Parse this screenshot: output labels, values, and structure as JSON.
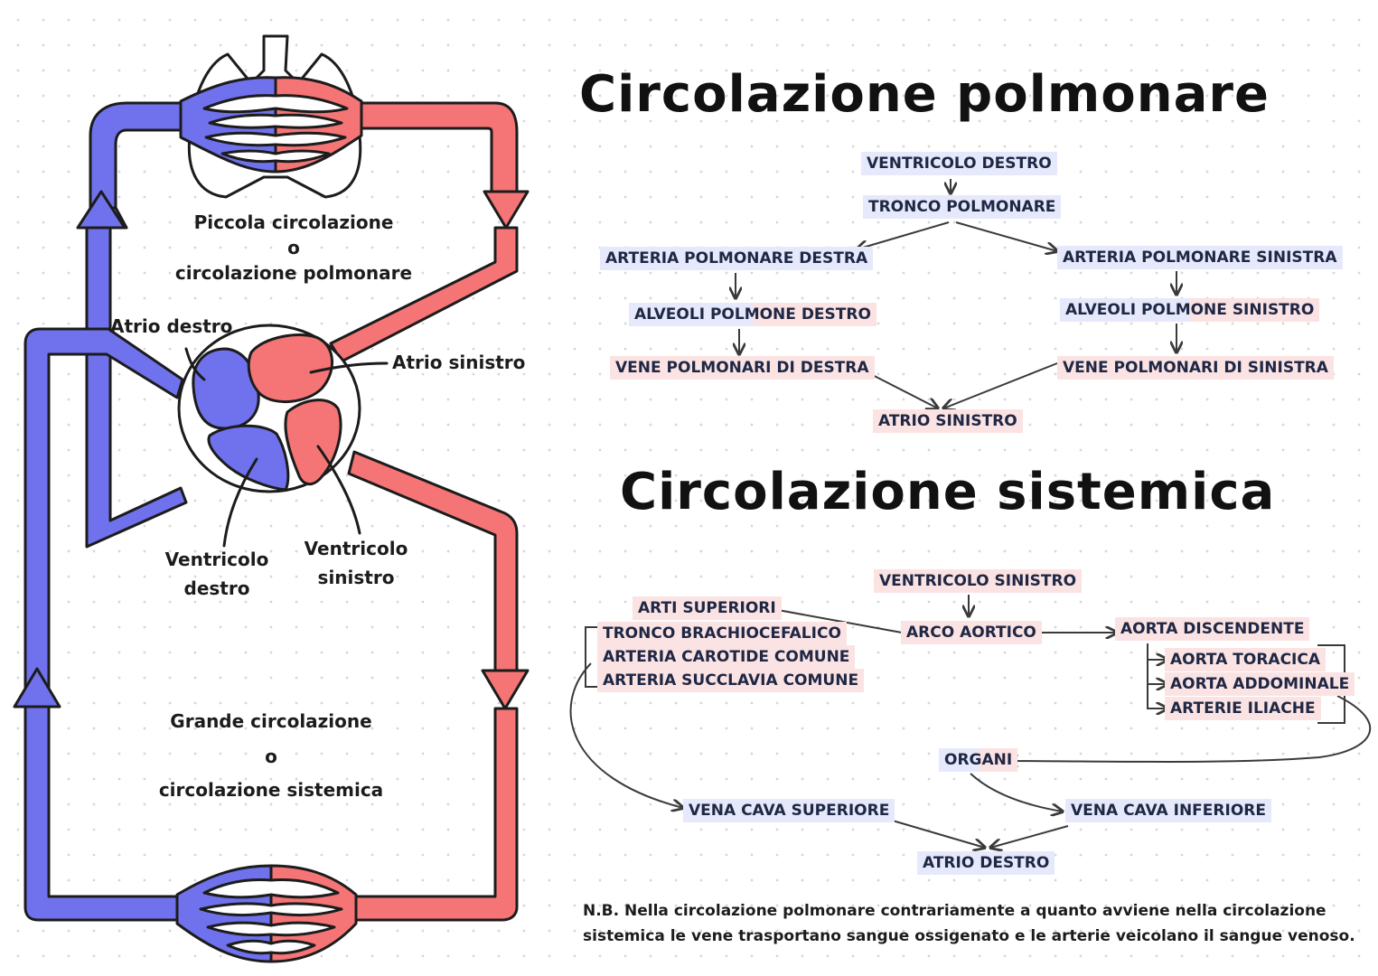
{
  "colors": {
    "blue": "#6f72ec",
    "red": "#f57576",
    "ink": "#1c1c1c",
    "blue_bg": "#e6e9fb",
    "pink_bg": "#fbe3e3"
  },
  "left_labels": {
    "piccola_1": "Piccola circolazione",
    "piccola_o": "o",
    "piccola_2": "circolazione polmonare",
    "atrio_destro": "Atrio destro",
    "atrio_sinistro": "Atrio sinistro",
    "ventricolo_destro_1": "Ventricolo",
    "ventricolo_destro_2": "destro",
    "ventricolo_sinistro_1": "Ventricolo",
    "ventricolo_sinistro_2": "sinistro",
    "grande_1": "Grande circolazione",
    "grande_o": "o",
    "grande_2": "circolazione sistemica"
  },
  "pulmonary": {
    "title": "Circolazione polmonare",
    "ventricolo_destro": "VENTRICOLO DESTRO",
    "tronco_polmonare": "TRONCO POLMONARE",
    "arteria_destra": "ARTERIA POLMONARE DESTRA",
    "arteria_sinistra": "ARTERIA POLMONARE SINISTRA",
    "alveoli_destro": "ALVEOLI POLMONE DESTRO",
    "alveoli_sinistro": "ALVEOLI POLMONE SINISTRO",
    "vene_destra": "VENE POLMONARI DI DESTRA",
    "vene_sinistra": "VENE POLMONARI DI SINISTRA",
    "atrio_sinistro": "ATRIO SINISTRO"
  },
  "systemic": {
    "title": "Circolazione sistemica",
    "ventricolo_sinistro": "VENTRICOLO SINISTRO",
    "arco_aortico": "ARCO AORTICO",
    "arti_superiori": "ARTI SUPERIORI",
    "tronco_brachiocefalico": "TRONCO BRACHIOCEFALICO",
    "arteria_carotide": "ARTERIA CAROTIDE COMUNE",
    "arteria_succlavia": "ARTERIA SUCCLAVIA COMUNE",
    "aorta_discendente": "AORTA DISCENDENTE",
    "aorta_toracica": "AORTA TORACICA",
    "aorta_addominale": "AORTA ADDOMINALE",
    "arterie_iliache": "ARTERIE ILIACHE",
    "organi": "ORGANI",
    "vena_cava_superiore": "VENA CAVA SUPERIORE",
    "vena_cava_inferiore": "VENA CAVA INFERIORE",
    "atrio_destro": "ATRIO DESTRO"
  },
  "note": {
    "line1": "N.B. Nella circolazione polmonare contrariamente a quanto avviene nella circolazione",
    "line2": "sistemica le vene trasportano sangue ossigenato e le arterie veicolano il sangue venoso."
  }
}
